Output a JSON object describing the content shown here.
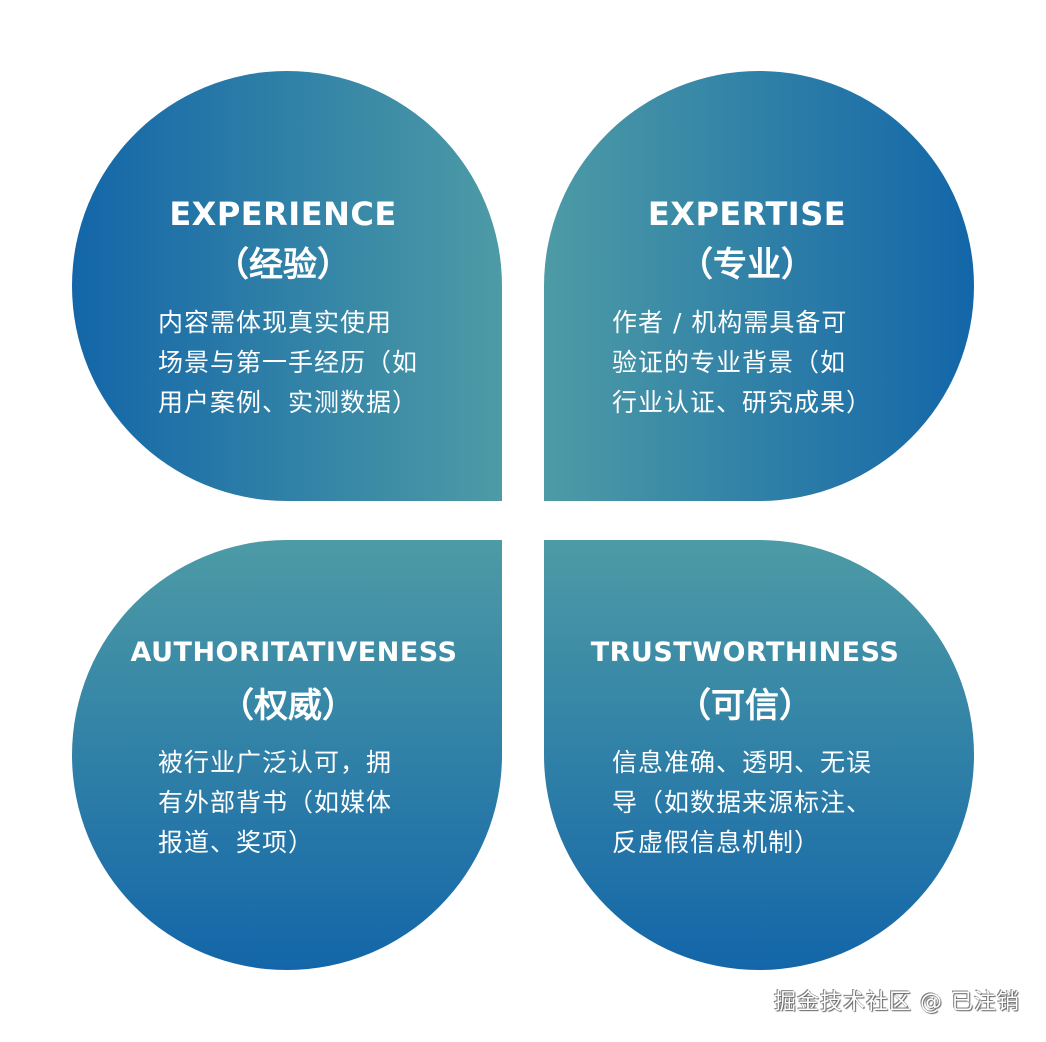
{
  "colors": {
    "gradient_dark": "#1366a8",
    "gradient_light": "#4d9ba6",
    "text": "#ffffff",
    "background": "#ffffff"
  },
  "quadrants": {
    "experience": {
      "title": "EXPERIENCE",
      "subtitle": "（经验）",
      "lines": [
        "内容需体现真实使用",
        "场景与第一手经历（如",
        "用户案例、实测数据）"
      ]
    },
    "expertise": {
      "title": "EXPERTISE",
      "subtitle": "（专业）",
      "lines": [
        "作者 / 机构需具备可",
        "验证的专业背景（如",
        "行业认证、研究成果）"
      ]
    },
    "authoritativeness": {
      "title": "AUTHORITATIVENESS",
      "subtitle": "（权威）",
      "lines": [
        "被行业广泛认可，拥",
        "有外部背书（如媒体",
        "报道、奖项）"
      ]
    },
    "trustworthiness": {
      "title": "TRUSTWORTHINESS",
      "subtitle": "（可信）",
      "lines": [
        "信息准确、透明、无误",
        "导（如数据来源标注、",
        "反虚假信息机制）"
      ]
    }
  },
  "watermark": "掘金技术社区 @ 已注销"
}
